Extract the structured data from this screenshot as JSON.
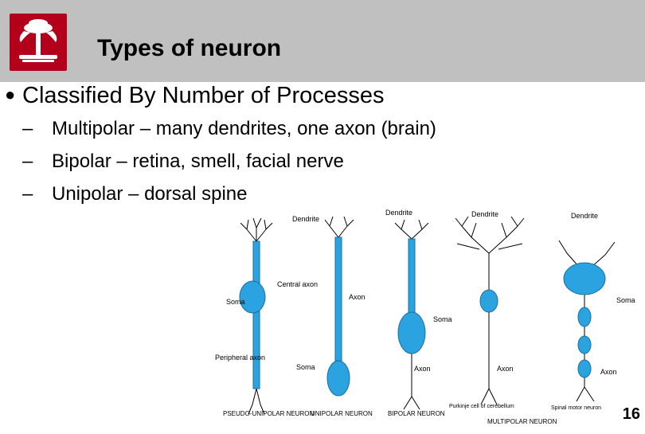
{
  "slide": {
    "title": "Types of neuron",
    "main_bullet": "Classified By Number of Processes",
    "sub_bullets": [
      "Multipolar – many dendrites, one axon (brain)",
      "Bipolar – retina, smell, facial nerve",
      "Unipolar – dorsal spine"
    ],
    "page_number": "16"
  },
  "figure": {
    "labels": {
      "dendrite_1": "Dendrite",
      "dendrite_2": "Dendrite",
      "dendrite_3": "Dendrite",
      "dendrite_4": "Dendrite",
      "central_axon": "Central axon",
      "soma_1": "Soma",
      "peripheral_axon": "Peripheral axon",
      "axon_1": "Axon",
      "soma_2": "Soma",
      "soma_3": "Soma",
      "axon_2": "Axon",
      "axon_3": "Axon",
      "soma_4": "Soma",
      "axon_4": "Axon",
      "purkinje": "Purkinje cell of cerebellum",
      "spinal_motor": "Spinal motor neuron"
    },
    "captions": {
      "pseudo_unipolar": "PSEUDO-UNIPOLAR NEURON",
      "unipolar": "UNIPOLAR NEURON",
      "bipolar": "BIPOLAR NEURON",
      "multipolar": "MULTIPOLAR NEURON"
    },
    "cell_color": "#2aa3e0"
  },
  "colors": {
    "header_bg": "#c0c0c0",
    "logo_red": "#b3001b"
  }
}
